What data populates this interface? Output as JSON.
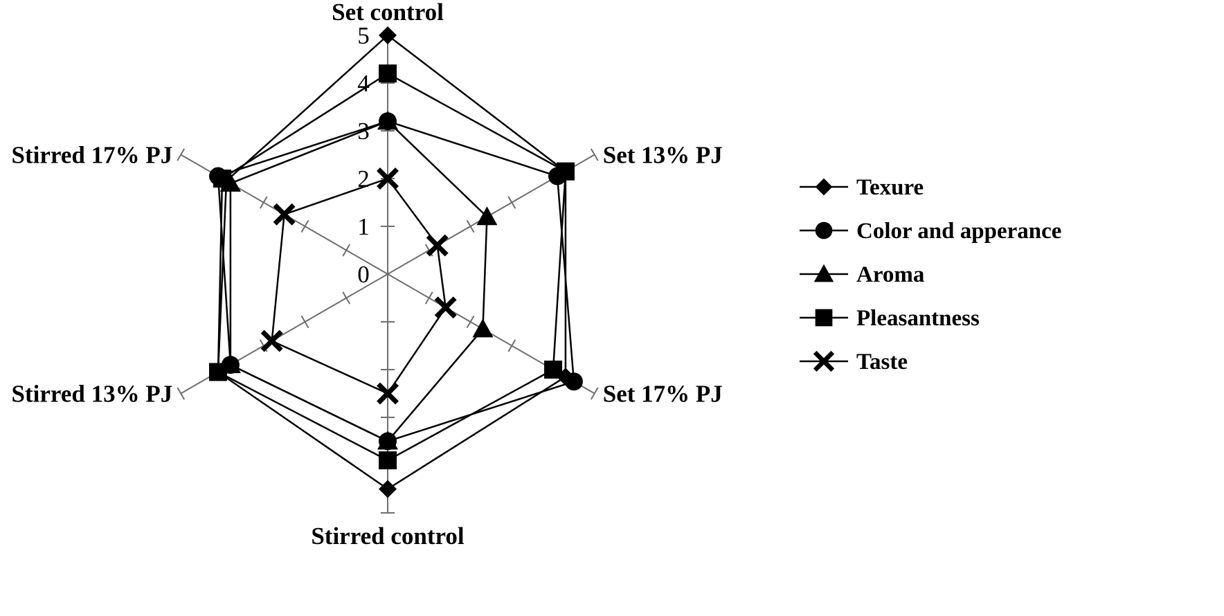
{
  "chart_data": {
    "type": "radar",
    "categories": [
      "Set control",
      "Set 13% PJ",
      "Set 17% PJ",
      "Stirred control",
      "Stirred 13% PJ",
      "Stirred 17% PJ"
    ],
    "rlim": [
      0,
      5
    ],
    "ticks": [
      "0",
      "1",
      "2",
      "3",
      "4",
      "5"
    ],
    "grid": false,
    "legend_position": "right",
    "series": [
      {
        "name": "Texure",
        "marker": "diamond",
        "values": [
          5.0,
          4.3,
          4.3,
          4.5,
          4.1,
          3.9
        ]
      },
      {
        "name": "Color and apperance",
        "marker": "circle",
        "values": [
          3.2,
          4.1,
          4.5,
          3.5,
          3.8,
          4.1
        ]
      },
      {
        "name": "Aroma",
        "marker": "triangle",
        "values": [
          3.2,
          2.4,
          2.3,
          3.5,
          3.8,
          3.8
        ]
      },
      {
        "name": "Pleasantness",
        "marker": "square",
        "values": [
          4.2,
          4.3,
          4.0,
          3.9,
          4.1,
          4.0
        ]
      },
      {
        "name": "Taste",
        "marker": "x",
        "values": [
          2.0,
          1.2,
          1.4,
          2.5,
          2.8,
          2.5
        ]
      }
    ]
  }
}
